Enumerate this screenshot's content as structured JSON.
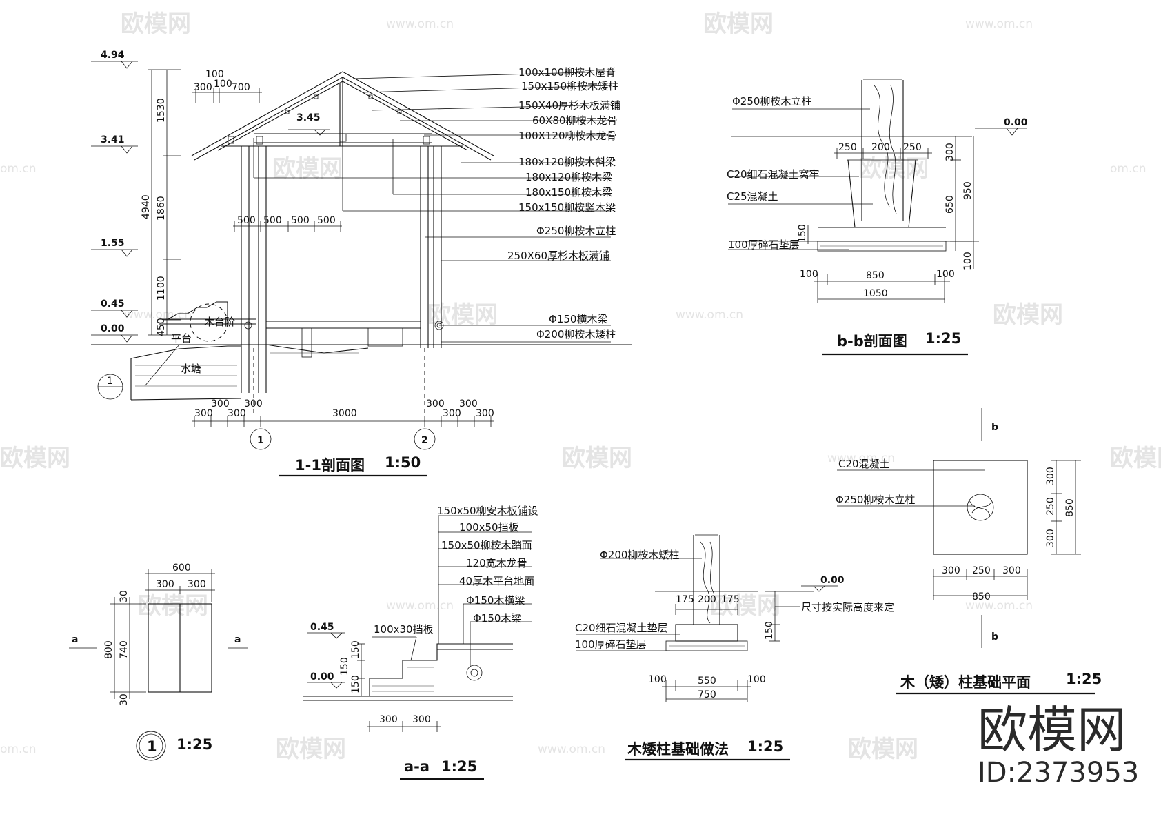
{
  "titles": {
    "section_1_1": "1-1剖面图",
    "scale_1_1": "1:50",
    "section_bb": "b-b剖面图",
    "scale_bb": "1:25",
    "section_aa": "a-a",
    "scale_aa": "1:25",
    "detail_1_scale": "1:25",
    "detail_1_mark": "1",
    "pier_foundation": "木矮柱基础做法",
    "scale_pier": "1:25",
    "col_found_plan": "木（矮）柱基础平面",
    "scale_plan": "1:25"
  },
  "levels": {
    "l494": "4.94",
    "l341": "3.41",
    "l155": "1.55",
    "l045": "0.45",
    "l000": "0.00",
    "l345": "3.45",
    "bb000": "0.00",
    "aa045": "0.45",
    "aa000": "0.00",
    "pier000": "0.00"
  },
  "labels_1_1": {
    "n1": "100x100柳桉木屋脊",
    "n2": "150x150柳桉木矮柱",
    "n3": "150X40厚杉木板满铺",
    "n4": "60X80柳桉木龙骨",
    "n5": "100X120柳桉木龙骨",
    "n6": "180x120柳桉木斜梁",
    "n7": "180x120柳桉木梁",
    "n8": "180x150柳桉木梁",
    "n9": "150x150柳桉竖木梁",
    "n10": "Φ250柳桉木立柱",
    "n11": "250X60厚杉木板满铺",
    "n12": "Φ150横木梁",
    "n13": "Φ200柳桉木矮柱",
    "platform": "平台",
    "steps": "木台阶",
    "pond": "水塘",
    "axis1": "1",
    "axis2": "2",
    "detail_mark": "1"
  },
  "dims_1_1": {
    "top100": "100",
    "t300": "300",
    "t100": "100",
    "t700": "700",
    "v1530": "1530",
    "v1860": "1860",
    "v1100": "1100",
    "v4940": "4940",
    "v450": "450",
    "m500a": "500",
    "m500b": "500",
    "m500c": "500",
    "m500d": "500",
    "b300a": "300",
    "b300b": "300",
    "b300c": "300",
    "b300d": "300",
    "b3000": "3000",
    "b300e": "300",
    "b300f": "300",
    "b300g": "300",
    "b300h": "300"
  },
  "labels_bb": {
    "col": "Φ250柳桉木立柱",
    "c20": "C20细石混凝土窝牢",
    "c25": "C25混凝土",
    "gravel": "100厚碎石垫层"
  },
  "dims_bb": {
    "d250a": "250",
    "d200": "200",
    "d250b": "250",
    "d300": "300",
    "d650": "650",
    "d950": "950",
    "d150": "150",
    "d100v": "100",
    "d100a": "100",
    "d850": "850",
    "d100b": "100",
    "d1050": "1050"
  },
  "labels_plan": {
    "c20": "C20混凝土",
    "col": "Φ250柳桉木立柱",
    "b_top": "b",
    "b_bottom": "b"
  },
  "dims_plan": {
    "v300a": "300",
    "v250": "250",
    "v300b": "300",
    "v850": "850",
    "h300a": "300",
    "h250": "250",
    "h300b": "300",
    "h850": "850"
  },
  "labels_aa": {
    "n1": "150x50柳安木板铺设",
    "n2": "100x50挡板",
    "n3": "150x50柳桉木踏面",
    "n4": "120宽木龙骨",
    "n5": "40厚木平台地面",
    "n6": "Φ150木横梁",
    "n7": "Φ150木梁",
    "riser": "100x30挡板"
  },
  "dims_aa": {
    "v150a": "150",
    "v150b": "150",
    "v150c": "150",
    "h300a": "300",
    "h300b": "300"
  },
  "detail_1": {
    "a_left": "a",
    "a_right": "a",
    "d600": "600",
    "d300a": "300",
    "d300b": "300",
    "v30a": "30",
    "v740": "740",
    "v800": "800",
    "v30b": "30"
  },
  "labels_pier": {
    "col": "Φ200柳桉木矮柱",
    "c20": "C20细石混凝土垫层",
    "gravel": "100厚碎石垫层",
    "note": "尺寸按实际高度来定"
  },
  "dims_pier": {
    "d175a": "175",
    "d200": "200",
    "d175b": "175",
    "v150": "150",
    "d100a": "100",
    "d550": "550",
    "d100b": "100",
    "d750": "750"
  },
  "watermark": {
    "brand": "欧模网",
    "url": "www.om.cn",
    "id": "ID:2373953",
    "short": "om.cn"
  }
}
